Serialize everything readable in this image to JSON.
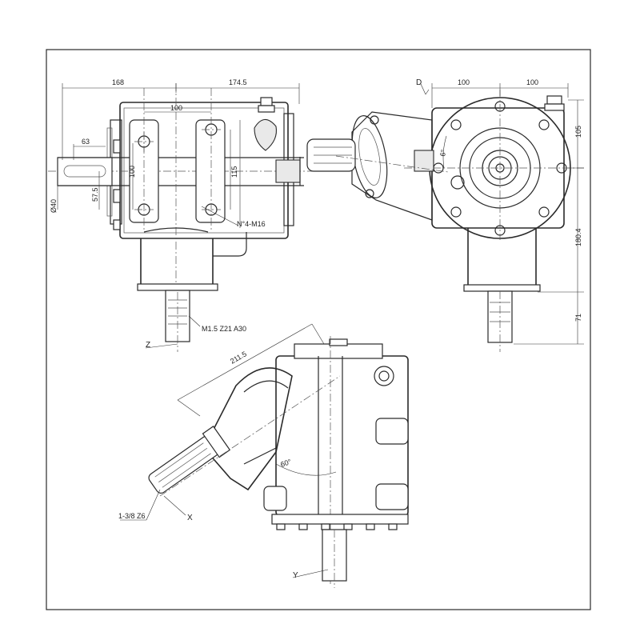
{
  "drawing": {
    "top_left_view": {
      "dim_width_left": "168",
      "dim_width_right": "174.5",
      "dim_bolt_spacing_h": "100",
      "dim_shaft_length": "63",
      "dim_bolt_spacing_v": "100",
      "dim_height": "115",
      "dim_offset": "57.5",
      "dim_diameter": "Ø40",
      "bolt_note": "N°4-M16",
      "spline_note": "M1.5 Z21 A30",
      "shaft_label": "Z"
    },
    "top_right_view": {
      "view_label": "D",
      "dim_left": "100",
      "dim_right": "100",
      "dim_vertical_top": "105",
      "dim_vertical_mid": "180.4",
      "dim_vertical_bottom": "71",
      "angle_label": "6°"
    },
    "bottom_view": {
      "dim_length": "211.5",
      "angle_label": "60°",
      "spline_note": "1-3/8 Z6",
      "shaft_label_x": "X",
      "shaft_label_y": "Y"
    }
  }
}
